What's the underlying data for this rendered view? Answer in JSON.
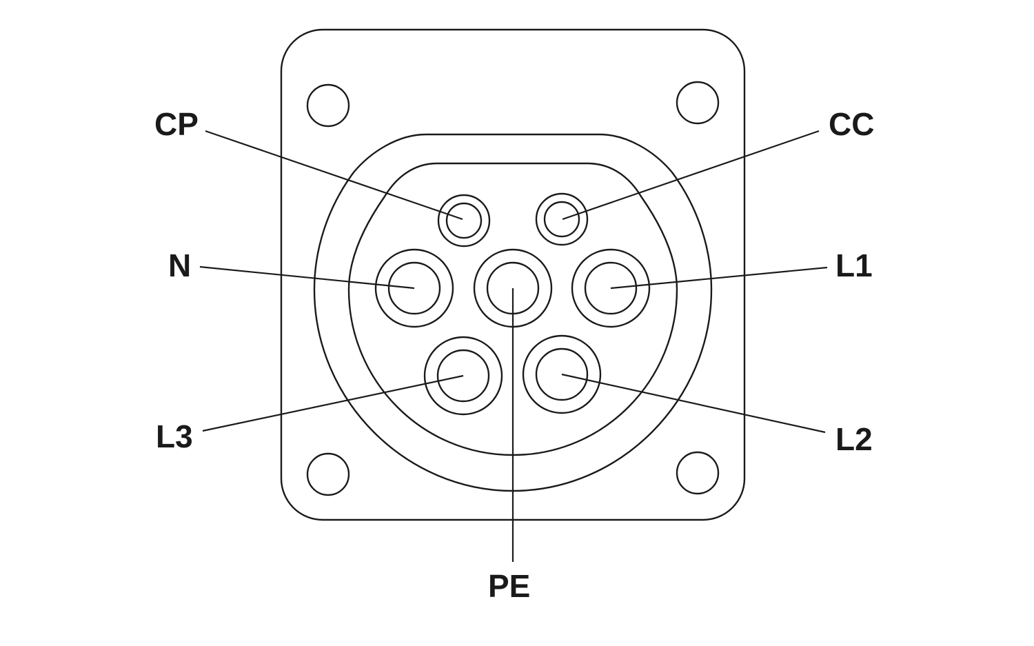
{
  "labels": {
    "cp": "CP",
    "cc": "CC",
    "n": "N",
    "l1": "L1",
    "l3": "L3",
    "l2": "L2",
    "pe": "PE"
  },
  "colors": {
    "line": "#1a1a1a",
    "background": "#ffffff"
  }
}
